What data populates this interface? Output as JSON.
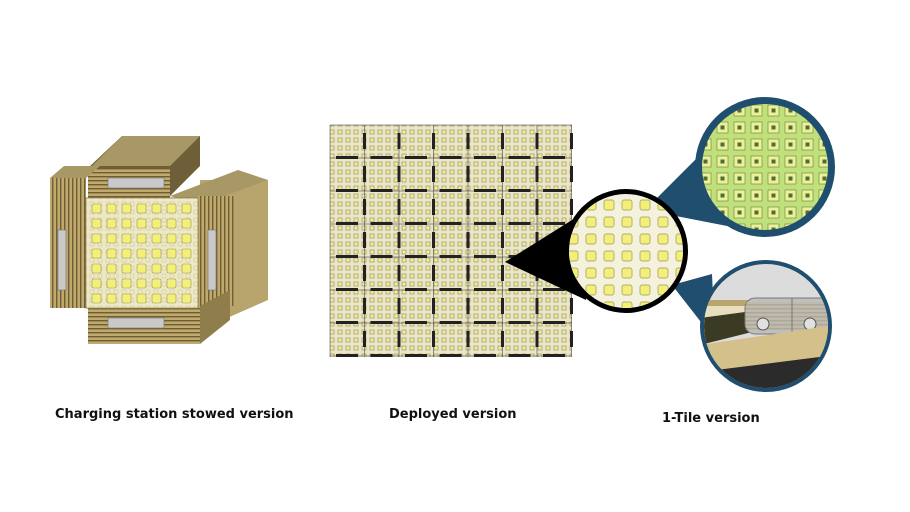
{
  "captions": {
    "stowed": "Charging station stowed version",
    "deployed": "Deployed version",
    "tile": "1-Tile version"
  },
  "colors": {
    "background": "#ffffff",
    "tan_panel": "#b9a66f",
    "dark_tan": "#8f7d4c",
    "light_tan": "#d7c99a",
    "led_yellow": "#f3f07a",
    "grid_cream": "#e8e2c0",
    "callout_navy": "#1f4e6e",
    "callout_black": "#000000",
    "inner_green": "#c9e58a"
  },
  "icons": {
    "stowed_cube": "stowed-cube-illustration",
    "deployed_grid": "deployed-grid-illustration",
    "magnifier": "magnifier-callout"
  }
}
